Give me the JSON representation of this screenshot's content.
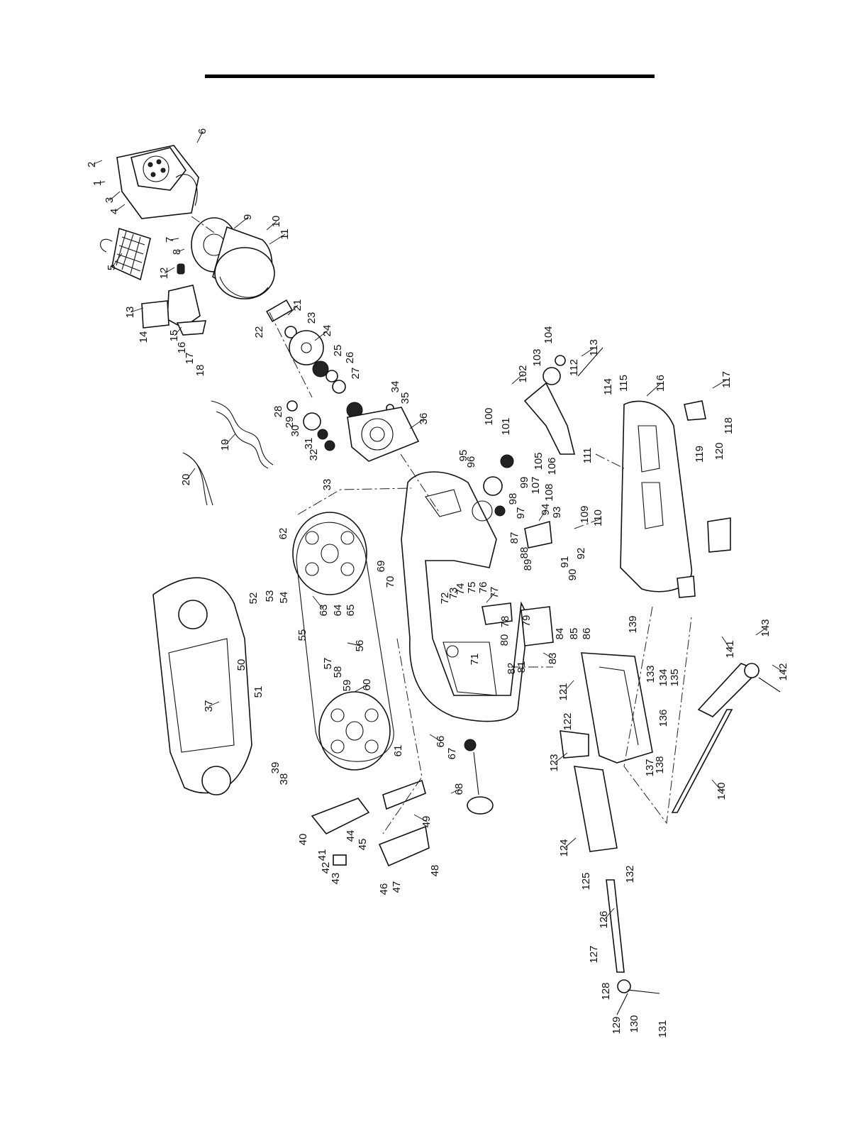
{
  "page": {
    "has_title_rule": true
  },
  "diagram": {
    "type": "exploded-parts-view",
    "orientation": "rotated-90-ccw",
    "part_numbers": [
      "1",
      "2",
      "3",
      "4",
      "5",
      "6",
      "7",
      "8",
      "9",
      "10",
      "11",
      "12",
      "13",
      "14",
      "15",
      "16",
      "17",
      "18",
      "19",
      "20",
      "21",
      "22",
      "23",
      "24",
      "25",
      "26",
      "27",
      "28",
      "29",
      "30",
      "31",
      "32",
      "33",
      "34",
      "35",
      "36",
      "37",
      "38",
      "39",
      "40",
      "41",
      "42",
      "43",
      "44",
      "45",
      "46",
      "47",
      "48",
      "49",
      "50",
      "51",
      "52",
      "53",
      "54",
      "55",
      "56",
      "57",
      "58",
      "59",
      "60",
      "61",
      "62",
      "63",
      "64",
      "65",
      "66",
      "67",
      "68",
      "69",
      "70",
      "71",
      "72",
      "73",
      "74",
      "75",
      "76",
      "77",
      "78",
      "79",
      "80",
      "81",
      "82",
      "83",
      "84",
      "85",
      "86",
      "87",
      "88",
      "89",
      "90",
      "91",
      "92",
      "93",
      "94",
      "95",
      "96",
      "97",
      "98",
      "99",
      "100",
      "101",
      "102",
      "103",
      "104",
      "105",
      "106",
      "107",
      "108",
      "109",
      "110",
      "111",
      "112",
      "113",
      "114",
      "115",
      "116",
      "117",
      "118",
      "119",
      "120",
      "121",
      "122",
      "123",
      "124",
      "125",
      "126",
      "127",
      "128",
      "129",
      "130",
      "131",
      "132",
      "133",
      "134",
      "135",
      "136",
      "137",
      "138",
      "139",
      "140",
      "141",
      "142",
      "143"
    ]
  }
}
